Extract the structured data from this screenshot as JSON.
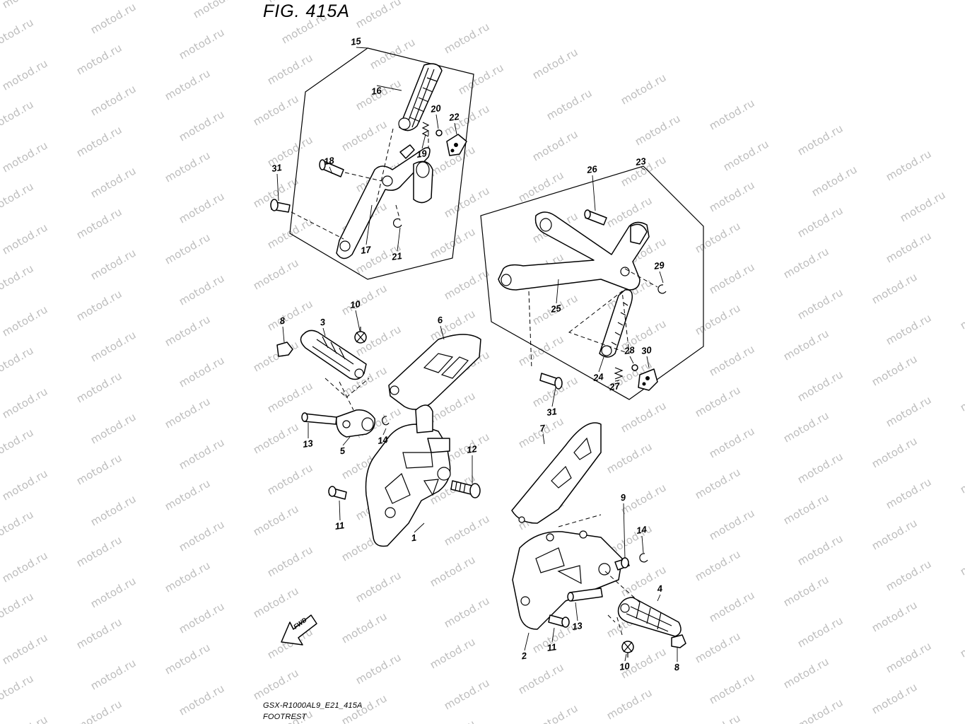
{
  "figure": {
    "title": "FIG. 415A",
    "model_code": "GSX-R1000AL9_E21_415A",
    "section_name": "FOOTREST"
  },
  "watermark": "motod.ru",
  "direction_indicator": "FWD",
  "callouts": [
    "1",
    "2",
    "3",
    "4",
    "5",
    "6",
    "7",
    "8",
    "8",
    "9",
    "10",
    "10",
    "11",
    "11",
    "12",
    "13",
    "13",
    "14",
    "14",
    "15",
    "16",
    "17",
    "18",
    "19",
    "20",
    "21",
    "22",
    "23",
    "24",
    "25",
    "26",
    "27",
    "28",
    "29",
    "30",
    "31",
    "31"
  ]
}
